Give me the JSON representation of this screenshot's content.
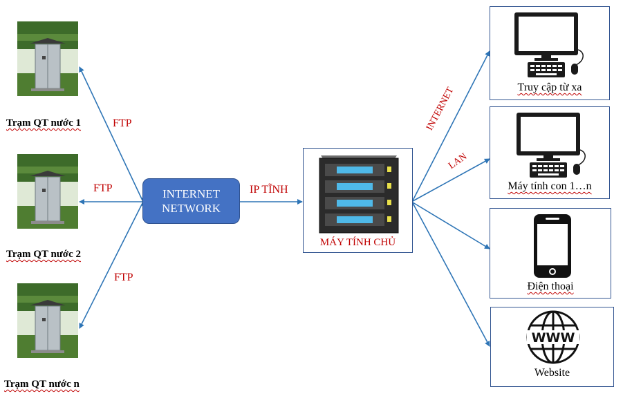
{
  "stations": [
    {
      "label": "Trạm QT nước 1"
    },
    {
      "label": "Trạm QT nước 2"
    },
    {
      "label": "Trạm QT nước n"
    }
  ],
  "edge_labels": {
    "ftp_1": "FTP",
    "ftp_2": "FTP",
    "ftp_3": "FTP",
    "ip": "IP TĨNH",
    "internet": "INTERNET",
    "lan": "LAN"
  },
  "network": {
    "line1": "INTERNET",
    "line2": "NETWORK"
  },
  "server": {
    "label": "MÁY TÍNH CHỦ"
  },
  "devices": [
    {
      "label": "Truy cập từ xa",
      "icon": "desktop-computer-icon"
    },
    {
      "label": "Máy tính con 1…n",
      "icon": "desktop-computer-icon"
    },
    {
      "label": "Điện thoại",
      "icon": "smartphone-icon"
    },
    {
      "label": "Website",
      "icon": "www-globe-icon"
    }
  ],
  "colors": {
    "arrow": "#2e75b6",
    "label_red": "#c00000",
    "network_fill": "#4472c4",
    "box_border": "#2f528f"
  }
}
